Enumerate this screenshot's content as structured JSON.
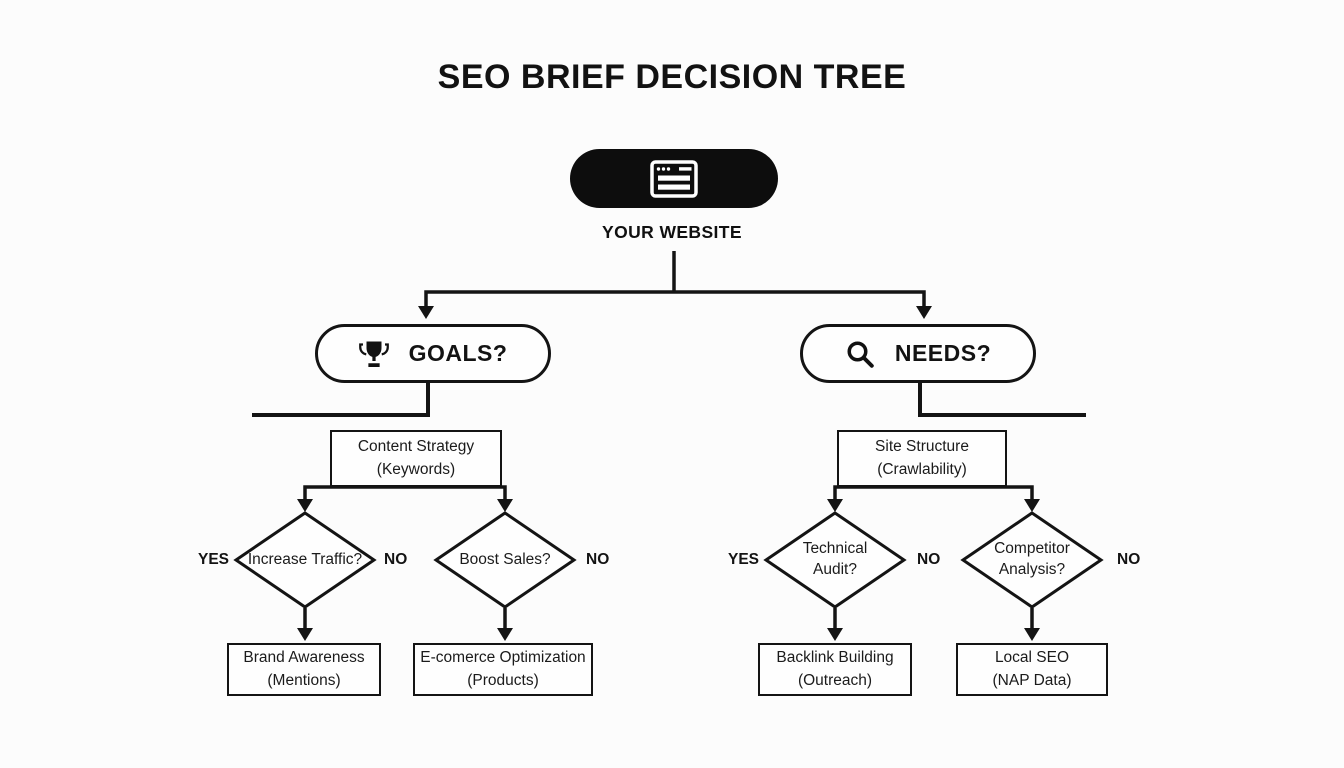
{
  "title": "SEO BRIEF DECISION TREE",
  "root": {
    "label": "YOUR WEBSITE",
    "icon": "browser-window-icon"
  },
  "goals": {
    "label": "GOALS?",
    "icon": "trophy-icon",
    "strategy": "Content Strategy\n(Keywords)",
    "d1": {
      "question": "Increase Traffic?",
      "yes": "YES",
      "no": "NO",
      "outcome": "Brand Awareness\n(Mentions)"
    },
    "d2": {
      "question": "Boost Sales?",
      "no": "NO",
      "outcome": "E-comerce Optimization\n(Products)"
    }
  },
  "needs": {
    "label": "NEEDS?",
    "icon": "magnifier-icon",
    "strategy": "Site Structure\n(Crawlability)",
    "d1": {
      "question": "Technical\nAudit?",
      "yes": "YES",
      "no": "NO",
      "outcome": "Backlink Building\n(Outreach)"
    },
    "d2": {
      "question": "Competitor\nAnalysis?",
      "no": "NO",
      "outcome": "Local SEO\n(NAP Data)"
    }
  },
  "colors": {
    "ink": "#141414",
    "background": "#fcfcfc",
    "node_fill": "#fefefe",
    "root_fill": "#0d0d0d"
  }
}
